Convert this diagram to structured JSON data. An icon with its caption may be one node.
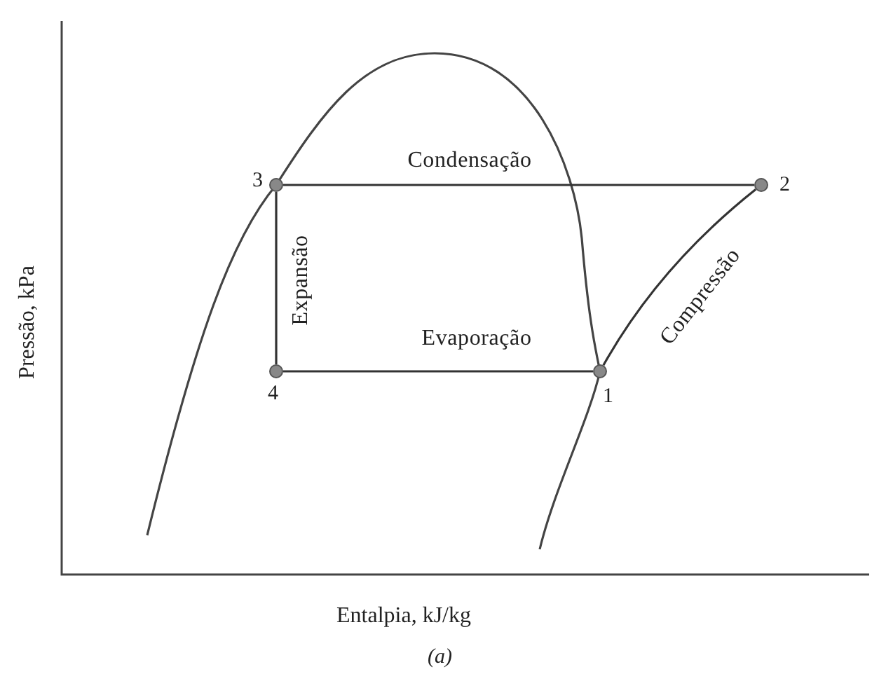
{
  "diagram": {
    "caption": "(a)",
    "nodes": [
      {
        "text": [],
        "shape": "circle",
        "beside": [
          "3"
        ]
      },
      {
        "text": [],
        "shape": "circle",
        "beside": [
          "2"
        ]
      },
      {
        "text": [],
        "shape": "circle",
        "beside": [
          "4"
        ]
      },
      {
        "text": [],
        "shape": "circle",
        "beside": [
          "1"
        ]
      }
    ],
    "edges": [
      {
        "from": 3,
        "to": 1,
        "arrow": "none",
        "label": "Compressão"
      },
      {
        "from": 1,
        "to": 0,
        "arrow": "none",
        "label": "Condensação"
      },
      {
        "from": 0,
        "to": 2,
        "arrow": "none",
        "label": "Expansão"
      },
      {
        "from": 2,
        "to": 3,
        "arrow": "none",
        "label": "Evaporação"
      }
    ],
    "labels": [
      "Pressão, kPa",
      "Entalpia, kJ/kg"
    ]
  }
}
